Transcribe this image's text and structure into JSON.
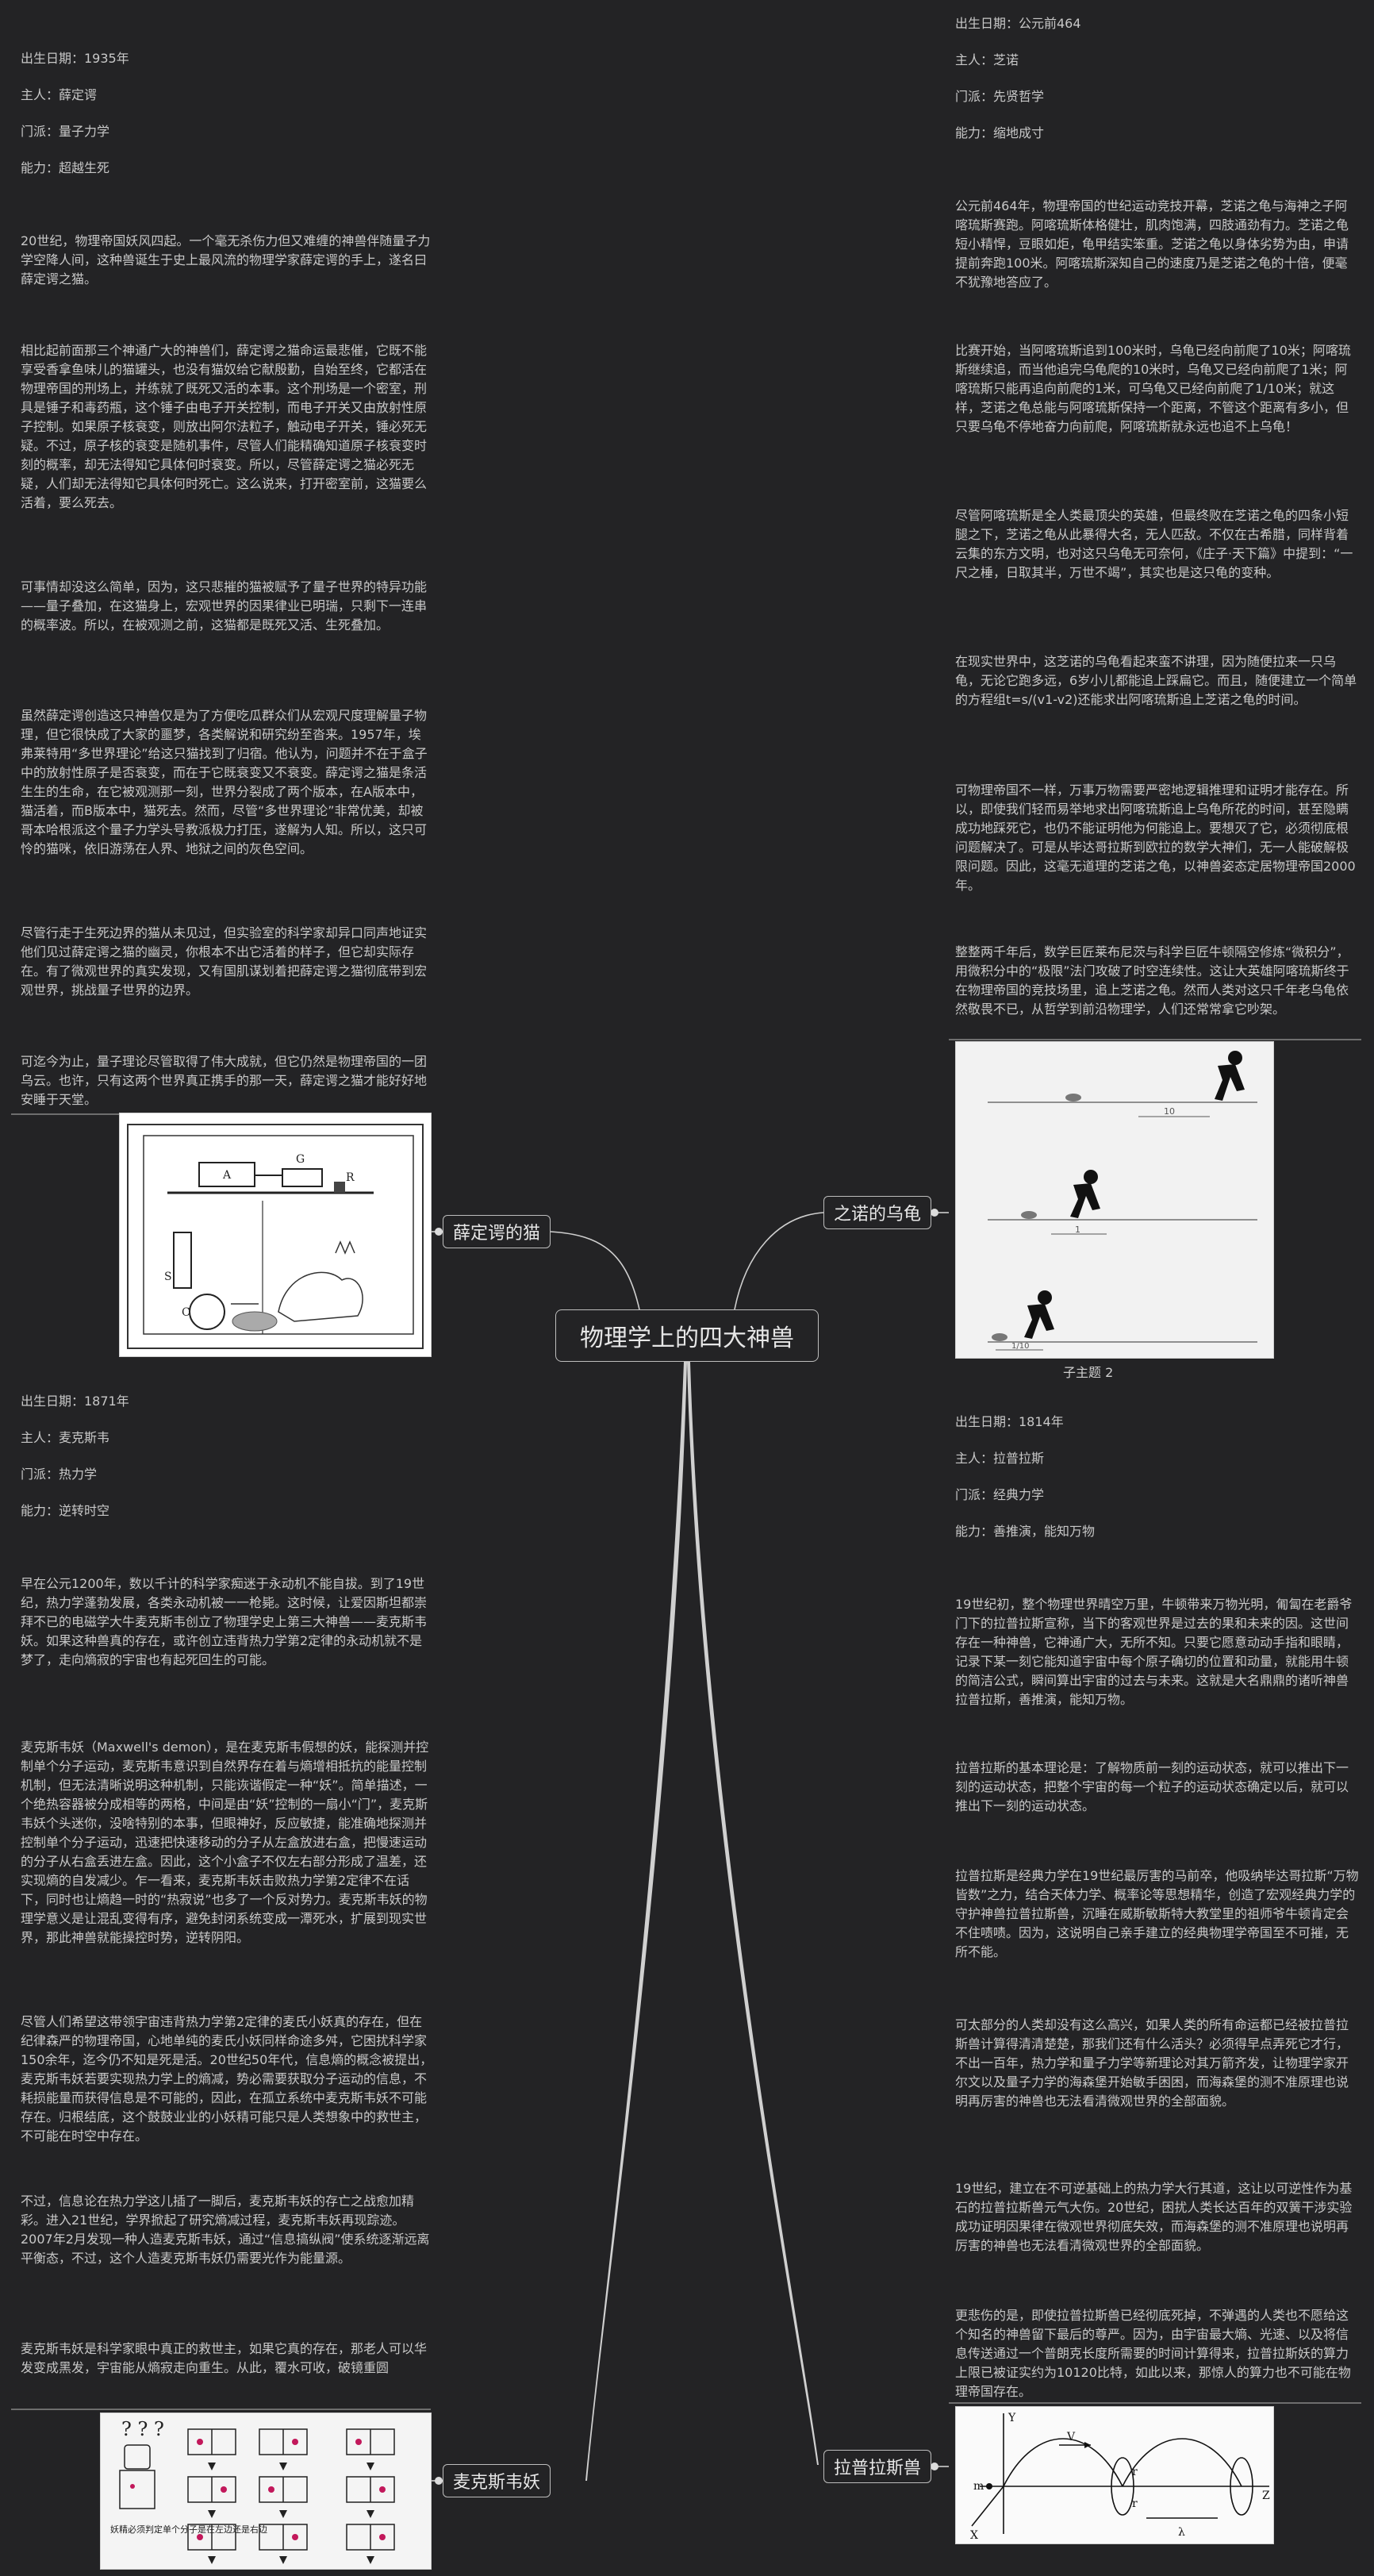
{
  "root": {
    "title": "物理学上的四大神兽"
  },
  "schrodinger": {
    "label": "薛定谔的猫",
    "meta": [
      "出生日期：1935年",
      "主人：薛定谔",
      "门派：量子力学",
      "能力：超越生死"
    ],
    "paragraphs": [
      "20世纪，物理帝国妖风四起。一个毫无杀伤力但又难缠的神兽伴随量子力学空降人间，这种兽诞生于史上最风流的物理学家薛定谔的手上，遂名曰薛定谔之猫。",
      "相比起前面那三个神通广大的神兽们，薛定谔之猫命运最悲催，它既不能享受香拿鱼味儿的猫罐头，也没有猫奴给它献殷勤，自始至终，它都活在物理帝国的刑场上，并练就了既死又活的本事。这个刑场是一个密室，刑具是锤子和毒药瓶，这个锤子由电子开关控制，而电子开关又由放射性原子控制。如果原子核衰变，则放出阿尔法粒子，触动电子开关，锤必死无疑。不过，原子核的衰变是随机事件，尽管人们能精确知道原子核衰变时刻的概率，却无法得知它具体何时衰变。所以，尽管薛定谔之猫必死无疑，人们却无法得知它具体何时死亡。这么说来，打开密室前，这猫要么活着，要么死去。",
      "可事情却没这么简单，因为，这只悲摧的猫被赋予了量子世界的特异功能——量子叠加，在这猫身上，宏观世界的因果律业已明瑞，只剩下一连串的概率波。所以，在被观测之前，这猫都是既死又活、生死叠加。",
      "虽然薛定谔创造这只神兽仅是为了方便吃瓜群众们从宏观尺度理解量子物理，但它很快成了大家的噩梦，各类解说和研究纷至沓来。1957年，埃弗莱特用“多世界理论”给这只猫找到了归宿。他认为，问题并不在于盒子中的放射性原子是否衰变，而在于它既衰变又不衰变。薛定谔之猫是条活生生的生命，在它被观测那一刻，世界分裂成了两个版本，在A版本中，猫活着，而B版本中，猫死去。然而，尽管“多世界理论”非常优美，却被哥本哈根派这个量子力学头号教派极力打压，遂解为人知。所以，这只可怜的猫咪，依旧游荡在人界、地狱之间的灰色空间。",
      "尽管行走于生死边界的猫从未见过，但实验室的科学家却异口同声地证实他们见过薛定谔之猫的幽灵，你根本不出它活着的样子，但它却实际存在。有了微观世界的真实发现，又有国肌谋划着把薛定谔之猫彻底带到宏观世界，挑战量子世界的边界。",
      "可迄今为止，量子理论尽管取得了伟大成就，但它仍然是物理帝国的一团乌云。也许，只有这两个世界真正携手的那一天，薛定谔之猫才能好好地安睡于天堂。"
    ]
  },
  "zeno": {
    "label": "之诺的乌龟",
    "caption": "子主题 2",
    "meta": [
      "出生日期：公元前464",
      "主人：芝诺",
      "门派：先贤哲学",
      "能力：缩地成寸"
    ],
    "paragraphs": [
      "公元前464年，物理帝国的世纪运动竞技开幕，芝诺之龟与海神之子阿喀琉斯赛跑。阿喀琉斯体格健壮，肌肉饱满，四肢通劲有力。芝诺之龟短小精悍，豆眼如炬，龟甲结实笨重。芝诺之龟以身体劣势为由，申请提前奔跑100米。阿喀琉斯深知自己的速度乃是芝诺之龟的十倍，便毫不犹豫地答应了。",
      "比赛开始，当阿喀琉斯追到100米时，乌龟已经向前爬了10米；阿喀琉斯继续追，而当他追完乌龟爬的10米时，乌龟又已经向前爬了1米；阿喀琉斯只能再追向前爬的1米，可乌龟又已经向前爬了1/10米；就这样，芝诺之龟总能与阿喀琉斯保持一个距离，不管这个距离有多小，但只要乌龟不停地奋力向前爬，阿喀琉斯就永远也追不上乌龟！",
      "尽管阿喀琉斯是全人类最顶尖的英雄，但最终败在芝诺之龟的四条小短腿之下，芝诺之龟从此暴得大名，无人匹敌。不仅在古希腊，同样背着云集的东方文明，也对这只乌龟无可奈何，《庄子·天下篇》中提到：“一尺之棰，日取其半，万世不竭”，其实也是这只龟的变种。",
      "在现实世界中，这芝诺的乌龟看起来蛮不讲理，因为随便拉来一只乌龟，无论它跑多远，6岁小儿都能追上踩扁它。而且，随便建立一个简单的方程组t=s/(v1-v2)还能求出阿喀琉斯追上芝诺之龟的时间。",
      "可物理帝国不一样，万事万物需要严密地逻辑推理和证明才能存在。所以，即使我们轻而易举地求出阿喀琉斯追上乌龟所花的时间，甚至隐瞒成功地踩死它，也仍不能证明他为何能追上。要想灭了它，必须彻底根问题解决了。可是从毕达哥拉斯到欧拉的数学大神们，无一人能破解极限问题。因此，这毫无道理的芝诺之龟，以神兽姿态定居物理帝国2000年。",
      "整整两千年后，数学巨匠莱布尼茨与科学巨匠牛顿隔空修炼“微积分”，用微积分中的“极限”法门攻破了时空连续性。这让大英雄阿喀琉斯终于在物理帝国的竞技场里，追上芝诺之龟。然而人类对这只千年老乌龟依然敬畏不已，从哲学到前沿物理学，人们还常常拿它吵架。"
    ]
  },
  "maxwell": {
    "label": "麦克斯韦妖",
    "meta": [
      "出生日期：1871年",
      "主人：麦克斯韦",
      "门派：热力学",
      "能力：逆转时空"
    ],
    "image_text": "妖精必须判定单个分子是在左边还是右边",
    "paragraphs": [
      "早在公元1200年，数以千计的科学家痴迷于永动机不能自拔。到了19世纪，热力学蓬勃发展，各类永动机被一一枪毙。这时候，让爱因斯坦都崇拜不已的电磁学大牛麦克斯韦创立了物理学史上第三大神兽——麦克斯韦妖。如果这种兽真的存在，或许创立违背热力学第2定律的永动机就不是梦了，走向熵寂的宇宙也有起死回生的可能。",
      "麦克斯韦妖（Maxwell's demon），是在麦克斯韦假想的妖，能探测并控制单个分子运动，麦克斯韦意识到自然界存在着与熵增相抵抗的能量控制机制，但无法清晰说明这种机制，只能诙谐假定一种“妖”。简单描述，一个绝热容器被分成相等的两格，中间是由“妖”控制的一扇小“门”，麦克斯韦妖个头迷你，没啥特别的本事，但眼神好，反应敏捷，能准确地探测并控制单个分子运动，迅速把快速移动的分子从左盒放进右盒，把慢速运动的分子从右盒丢进左盒。因此，这个小盒子不仅左右部分形成了温差，还实现熵的自发减少。乍一看来，麦克斯韦妖击败热力学第2定律不在话下，同时也让熵趋一时的“热寂说”也多了一个反对势力。麦克斯韦妖的物理学意义是让混乱变得有序，避免封闭系统变成一潭死水，扩展到现实世界，那此神兽就能操控时势，逆转阴阳。",
      "尽管人们希望这带领宇宙违背热力学第2定律的麦氏小妖真的存在，但在纪律森严的物理帝国，心地单纯的麦氏小妖同样命途多舛，它困扰科学家150余年，迄今仍不知是死是活。20世纪50年代，信息熵的概念被提出，麦克斯韦妖若要实现热力学上的熵减，势必需要获取分子运动的信息，不耗损能量而获得信息是不可能的，因此，在孤立系统中麦克斯韦妖不可能存在。归根结底，这个鼓鼓业业的小妖精可能只是人类想象中的救世主，不可能在时空中存在。",
      "不过，信息论在热力学这儿插了一脚后，麦克斯韦妖的存亡之战愈加精彩。进入21世纪，学界掀起了研究熵减过程，麦克斯韦妖再现踪迹。2007年2月发现一种人造麦克斯韦妖，通过“信息搞纵阀”使系统逐渐远离平衡态，不过，这个人造麦克斯韦妖仍需要光作为能量源。",
      "麦克斯韦妖是科学家眼中真正的救世主，如果它真的存在，那老人可以华发变成黑发，宇宙能从熵寂走向重生。从此，覆水可收，破镜重圆"
    ]
  },
  "laplace": {
    "label": "拉普拉斯兽",
    "meta": [
      "出生日期：1814年",
      "主人：拉普拉斯",
      "门派：经典力学",
      "能力：善推演，能知万物"
    ],
    "paragraphs": [
      "19世纪初，整个物理世界晴空万里，牛顿带来万物光明，匍匐在老爵爷门下的拉普拉斯宣称，当下的客观世界是过去的果和未来的因。这世间存在一种神兽，它神通广大，无所不知。只要它愿意动动手指和眼睛，记录下某一刻它能知道宇宙中每个原子确切的位置和动量，就能用牛顿的简洁公式，瞬间算出宇宙的过去与未来。这就是大名鼎鼎的诸听神兽拉普拉斯，善推演，能知万物。",
      "拉普拉斯的基本理论是：了解物质前一刻的运动状态，就可以推出下一刻的运动状态，把整个宇宙的每一个粒子的运动状态确定以后，就可以推出下一刻的运动状态。",
      "拉普拉斯是经典力学在19世纪最厉害的马前卒，他吸纳毕达哥拉斯“万物皆数”之力，结合天体力学、概率论等思想精华，创造了宏观经典力学的守护神兽拉普拉斯兽，沉睡在威斯敏斯特大教堂里的祖师爷牛顿肯定会不住啧啧。因为，这说明自己亲手建立的经典物理学帝国至不可摧，无所不能。",
      "可太部分的人类却没有这么高兴，如果人类的所有命运都已经被拉普拉斯兽计算得清清楚楚，那我们还有什么活头？必须得早点弄死它才行，不出一百年，热力学和量子力学等新理论对其万箭齐发，让物理学家开尔文以及量子力学的海森堡开始敏手困困，而海森堡的测不准原理也说明再厉害的神兽也无法看清微观世界的全部面貌。",
      "19世纪，建立在不可逆基础上的热力学大行其道，这让以可逆性作为基石的拉普拉斯兽元气大伤。20世纪，困扰人类长达百年的双簧干涉实验成功证明因果律在微观世界彻底失效，而海森堡的测不准原理也说明再厉害的神兽也无法看清微观世界的全部面貌。",
      "更悲伤的是，即使拉普拉斯兽已经彻底死掉，不弹遇的人类也不愿给这个知名的神兽留下最后的尊严。因为，由宇宙最大熵、光速、以及将信息传送通过一个普朗克长度所需要的时间计算得来，拉普拉斯妖的算力上限已被证实约为10120比特，如此以来，那惊人的算力也不可能在物理帝国存在。"
    ]
  }
}
